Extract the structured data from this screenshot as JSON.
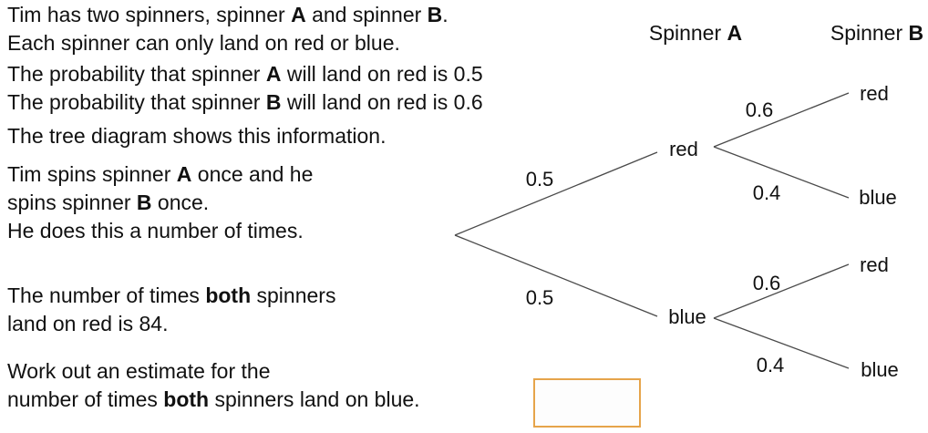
{
  "problem": {
    "p1": {
      "l1": {
        "s1": "Tim has two spinners, spinner ",
        "s2": "A",
        "s3": " and spinner ",
        "s4": "B",
        "s5": "."
      },
      "l2": "Each spinner can only land on red or blue."
    },
    "p2": {
      "l1": {
        "s1": "The probability that spinner ",
        "s2": "A",
        "s3": " will land on red is 0.5"
      },
      "l2": {
        "s1": "The probability that spinner ",
        "s2": "B",
        "s3": " will land on red is 0.6"
      }
    },
    "p3": "The tree diagram shows this information.",
    "p4": {
      "l1": {
        "s1": "Tim spins spinner ",
        "s2": "A",
        "s3": " once and he"
      },
      "l2": {
        "s1": "spins spinner ",
        "s2": "B",
        "s3": " once."
      },
      "l3": "He does this a number of times."
    },
    "p5": {
      "l1": {
        "s1": "The number of times ",
        "s2": "both",
        "s3": " spinners"
      },
      "l2": "land on red is 84."
    },
    "p6": {
      "l1": "Work out an estimate for the",
      "l2": {
        "s1": "number of times ",
        "s2": "both",
        "s3": " spinners land on blue."
      }
    }
  },
  "tree": {
    "header_a": {
      "prefix": "Spinner ",
      "letter": "A"
    },
    "header_b": {
      "prefix": "Spinner ",
      "letter": "B"
    },
    "level1": {
      "red_prob": "0.5",
      "red_label": "red",
      "blue_prob": "0.5",
      "blue_label": "blue"
    },
    "level2_from_red": {
      "red_prob": "0.6",
      "red_label": "red",
      "blue_prob": "0.4",
      "blue_label": "blue"
    },
    "level2_from_blue": {
      "red_prob": "0.6",
      "red_label": "red",
      "blue_prob": "0.4",
      "blue_label": "blue"
    }
  },
  "answer_box": {
    "value": ""
  },
  "colors": {
    "text": "#111111",
    "branch_line": "#4a4a4a",
    "answer_box_border": "#E6A44A",
    "background": "#ffffff"
  }
}
